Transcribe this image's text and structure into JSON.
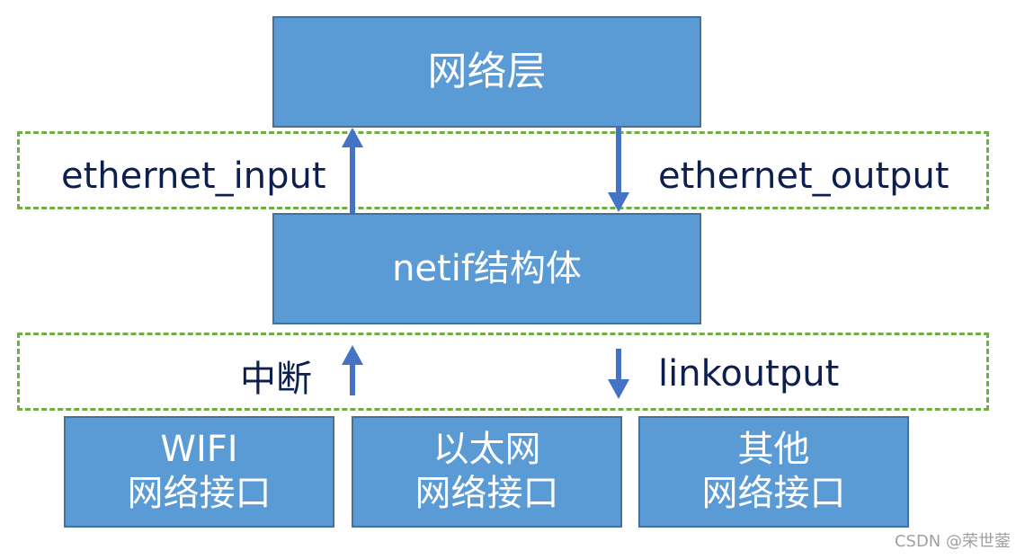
{
  "colors": {
    "box_fill": "#5b9bd5",
    "box_border": "#41719c",
    "dashed_border": "#70ad47",
    "arrow": "#4472c4",
    "label_text": "#0d1f4f"
  },
  "network_layer": {
    "label": "网络层"
  },
  "netif": {
    "label": "netif结构体"
  },
  "upper_band": {
    "left_label": "ethernet_input",
    "right_label": "ethernet_output"
  },
  "lower_band": {
    "left_label": "中断",
    "right_label": "linkoutput"
  },
  "interfaces": [
    {
      "line1": "WIFI",
      "line2": "网络接口"
    },
    {
      "line1": "以太网",
      "line2": "网络接口"
    },
    {
      "line1": "其他",
      "line2": "网络接口"
    }
  ],
  "watermark": "CSDN @荣世蓥"
}
